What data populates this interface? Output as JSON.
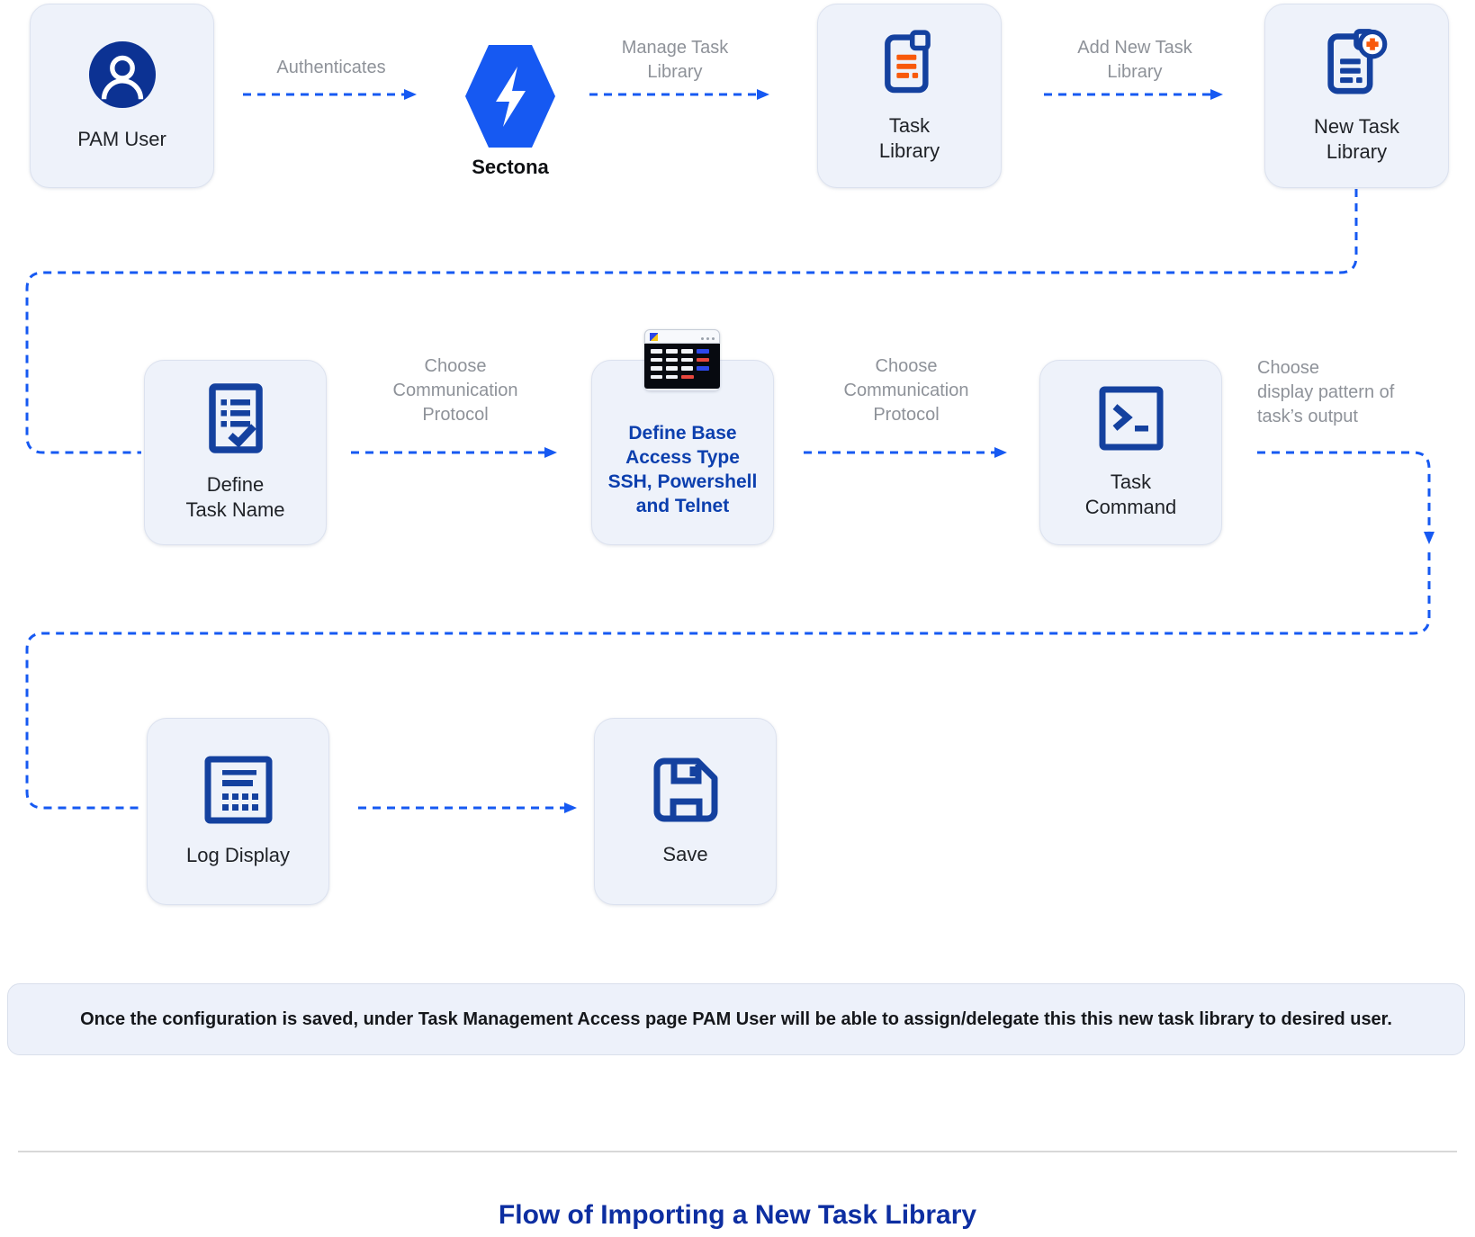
{
  "diagram_title": "Flow of Importing a New Task Library",
  "note": "Once the configuration is saved, under Task Management Access page PAM User will be able to assign/delegate this this new task library to desired user.",
  "nodes": {
    "pam_user": {
      "label": "PAM User",
      "icon": "user-avatar-icon"
    },
    "sectona": {
      "label": "Sectona",
      "icon": "sectona-hexagon-bolt-icon"
    },
    "task_library": {
      "label": "Task\nLibrary",
      "icon": "document-list-icon"
    },
    "new_task_library": {
      "label": "New Task\nLibrary",
      "icon": "document-add-icon"
    },
    "define_task_name": {
      "label": "Define\nTask Name",
      "icon": "checklist-document-icon"
    },
    "define_base_access": {
      "label": "Define Base\nAccess Type\nSSH, Powershell\nand Telnet",
      "icon": "terminal-window-icon"
    },
    "task_command": {
      "label": "Task\nCommand",
      "icon": "command-prompt-icon"
    },
    "log_display": {
      "label": "Log Display",
      "icon": "log-grid-icon"
    },
    "save": {
      "label": "Save",
      "icon": "floppy-disk-icon"
    }
  },
  "edges": {
    "authenticates": {
      "label": "Authenticates"
    },
    "manage_task_library": {
      "label": "Manage Task\nLibrary"
    },
    "add_new_task_library": {
      "label": "Add New Task\nLibrary"
    },
    "choose_protocol_1": {
      "label": "Choose\nCommunication\nProtocol"
    },
    "choose_protocol_2": {
      "label": "Choose\nCommunication\nProtocol"
    },
    "choose_display_pattern": {
      "label": "Choose\ndisplay pattern of\ntask’s output"
    }
  },
  "colors": {
    "accent_blue": "#1659F2",
    "icon_blue": "#14419F",
    "navy": "#0C3293",
    "orange": "#F8590B",
    "gray_label": "#8E9299",
    "card_bg": "#EEF2FA",
    "title_blue": "#0D2EA1"
  }
}
